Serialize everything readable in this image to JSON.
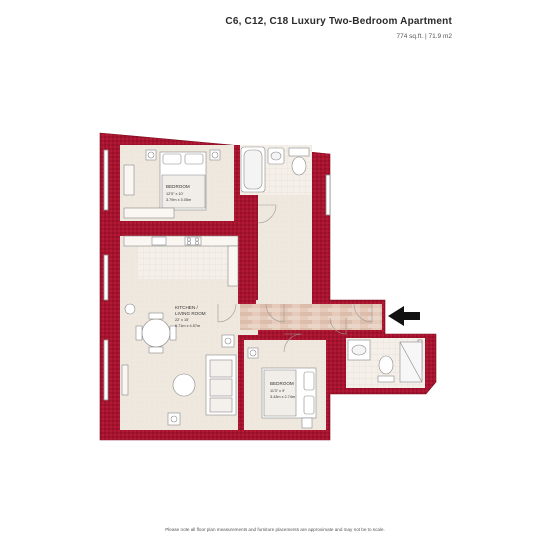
{
  "header": {
    "title": "C6, C12, C18 Luxury Two-Bedroom Apartment",
    "area": "774 sq.ft. | 71.9 m2"
  },
  "rooms": {
    "bedroom1": {
      "name": "BEDROOM",
      "dim_imperial": "12'5\" x 10'",
      "dim_metric": "3.79m x 3.05m"
    },
    "living": {
      "name_line1": "KITCHEN /",
      "name_line2": "LIVING ROOM",
      "dim_imperial": "22' x 15'",
      "dim_metric": "6.71m x 4.57m"
    },
    "bedroom2": {
      "name": "BEDROOM",
      "dim_imperial": "11'3\" x 9'",
      "dim_metric": "3.43m x 2.74m"
    }
  },
  "footer": {
    "disclaimer": "Please note all floor plan measurements and furniture placements are approximate and may not be to scale."
  },
  "colors": {
    "wall": "#a8122e",
    "floor": "#efe8df",
    "hall_floor": "#e2c7b7",
    "accent_arrow": "#111111"
  },
  "icons": [
    "entrance-arrow-icon"
  ]
}
